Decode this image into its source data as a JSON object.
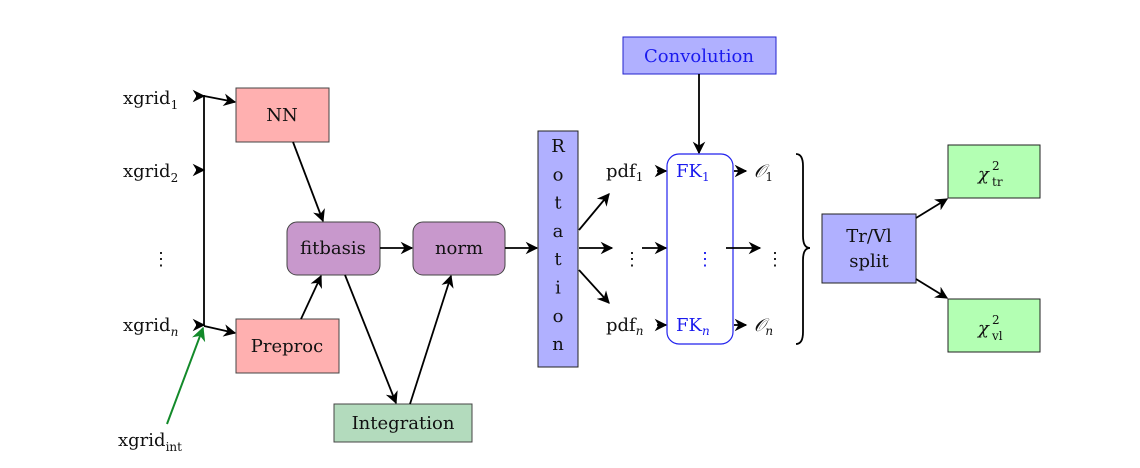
{
  "inputs": {
    "xgrid_base": "xgrid",
    "sub_1": "1",
    "sub_2": "2",
    "sub_n": "n",
    "sub_int": "int",
    "vdots": "⋮"
  },
  "nodes": {
    "nn": "NN",
    "preproc": "Preproc",
    "fitbasis": "fitbasis",
    "norm": "norm",
    "integration": "Integration",
    "rotation_letters": [
      "R",
      "o",
      "t",
      "a",
      "t",
      "i",
      "o",
      "n"
    ],
    "convolution": "Convolution",
    "fk_base": "FK",
    "fk_sub_1": "1",
    "fk_sub_n": "n",
    "pdf_base": "pdf",
    "pdf_sub_1": "1",
    "pdf_sub_n": "n",
    "obs_base": "𝒪",
    "obs_sub_1": "1",
    "obs_sub_n": "n",
    "split_line1": "Tr/Vl",
    "split_line2": "split",
    "chi": "χ",
    "chi_sup": "2",
    "chi_tr_sub": "tr",
    "chi_vl_sub": "vl"
  },
  "colors": {
    "red_box": "#ffb0b0",
    "purple_box": "#c898cc",
    "green_box": "#b3dbbd",
    "blue_box": "#b0b0ff",
    "chi_box": "#b3ffb3",
    "blue_text": "#1a1aee",
    "green_arrow": "#138a2a"
  }
}
